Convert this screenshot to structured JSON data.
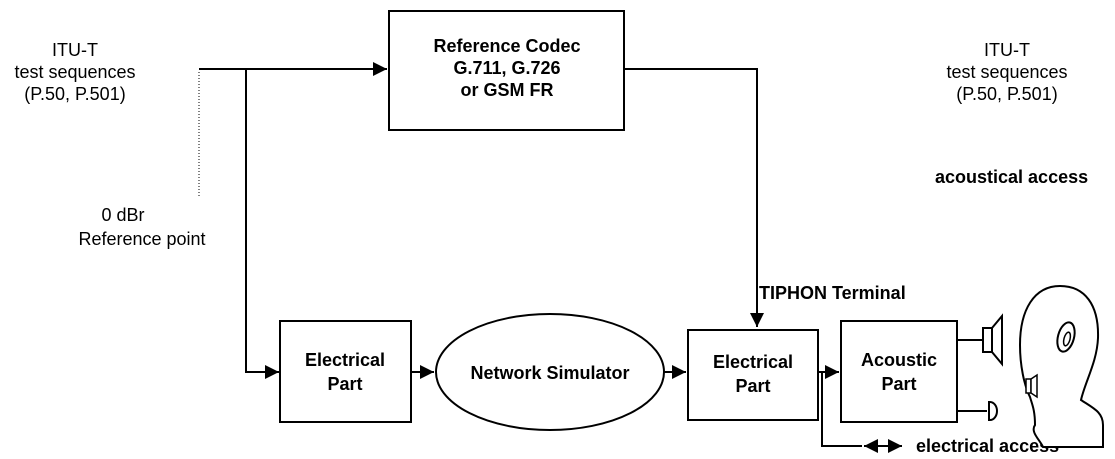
{
  "source_label": {
    "line1": "ITU-T",
    "line2": "test sequences",
    "line3": "(P.50, P.501)"
  },
  "sink_label": {
    "line1": "ITU-T",
    "line2": "test sequences",
    "line3": "(P.50, P.501)"
  },
  "reference_point": {
    "line1": "0 dBr",
    "line2": "Reference point"
  },
  "codec_box": {
    "line1": "Reference Codec",
    "line2": "G.711, G.726",
    "line3": "or GSM FR"
  },
  "electrical_part_left": {
    "line1": "Electrical",
    "line2": "Part"
  },
  "network_simulator": {
    "label": "Network Simulator"
  },
  "electrical_part_right": {
    "line1": "Electrical",
    "line2": "Part"
  },
  "acoustic_part": {
    "line1": "Acoustic",
    "line2": "Part"
  },
  "tiphon_terminal": {
    "label": "TIPHON Terminal"
  },
  "acoustical_access": {
    "label": "acoustical access"
  },
  "electrical_access": {
    "label": "electrical access"
  }
}
